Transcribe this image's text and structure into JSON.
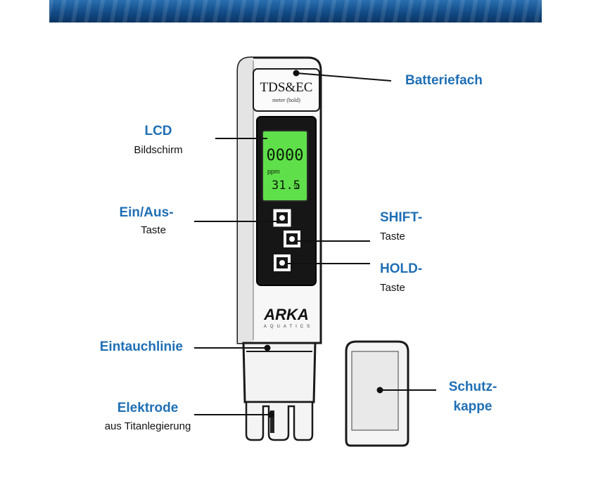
{
  "banner": {
    "description_color": "#1a5a9a"
  },
  "device": {
    "brand_title": "TDS&EC",
    "brand_subtitle": "meter (hold)",
    "lcd_reading": "0000",
    "lcd_unit": "ppm",
    "lcd_temperature": "31.5",
    "lcd_temp_unit": "°C",
    "logo": "ARKA",
    "logo_sub": "AQUATICS",
    "lcd_color": "#5fe04a"
  },
  "labels": {
    "battery": {
      "title": "Batteriefach"
    },
    "lcd": {
      "title": "LCD",
      "subtitle": "Bildschirm"
    },
    "power": {
      "title": "Ein/Aus-",
      "subtitle": "Taste"
    },
    "shift": {
      "title": "SHIFT-",
      "subtitle": "Taste"
    },
    "hold": {
      "title": "HOLD-",
      "subtitle": "Taste"
    },
    "immersion": {
      "title": "Eintauchlinie"
    },
    "electrode": {
      "title": "Elektrode",
      "subtitle": "aus Titanlegierung"
    },
    "cap": {
      "title": "Schutz-",
      "title2": "kappe"
    }
  },
  "colors": {
    "label_blue": "#1f6fb5",
    "line": "#111111"
  }
}
